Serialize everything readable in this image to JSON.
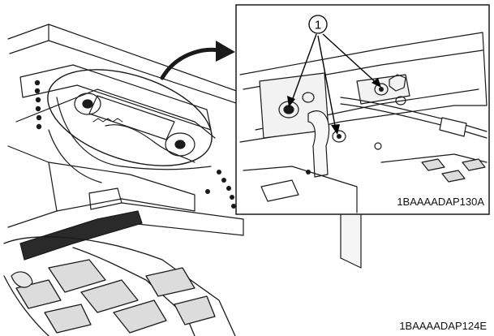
{
  "figure": {
    "main_code": "1BAAAADAP124E",
    "inset_code": "1BAAAADAP130A",
    "callout_number": "1"
  }
}
